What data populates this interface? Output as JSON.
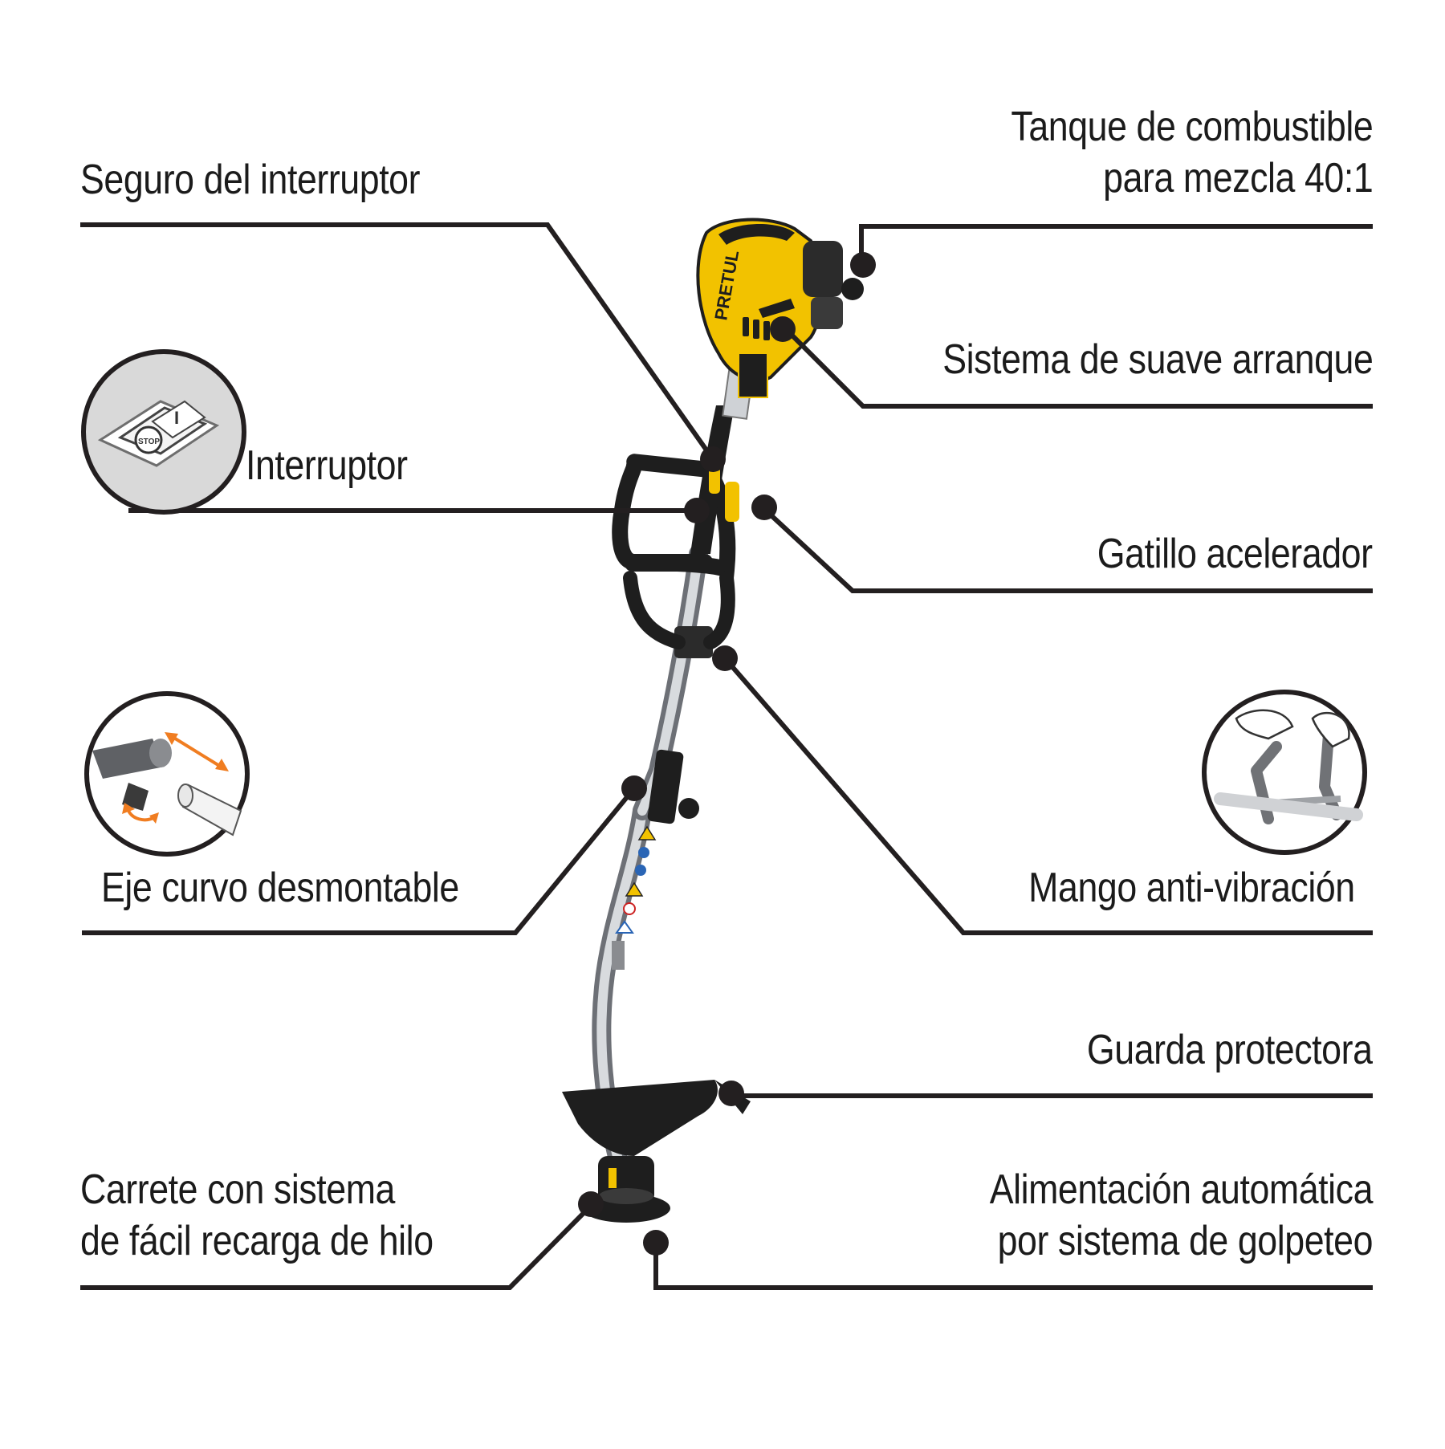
{
  "labels": {
    "tanque": [
      "Tanque de combustible",
      "para mezcla 40:1"
    ],
    "seguro": "Seguro del interruptor",
    "suave": "Sistema de suave arranque",
    "interruptor": "Interruptor",
    "gatillo": "Gatillo acelerador",
    "eje": "Eje curvo desmontable",
    "mango": "Mango anti-vibración",
    "guarda": "Guarda protectora",
    "carrete": [
      "Carrete con sistema",
      "de fácil recarga de hilo"
    ],
    "alimentacion": [
      "Alimentación automática",
      "por sistema de golpeteo"
    ]
  },
  "product": {
    "brand_text": "PRETUL",
    "switch_text": "STOP",
    "switch_mark": "I"
  },
  "colors": {
    "ink": "#1b1b1b",
    "line": "#231f20",
    "tool_yellow": "#f2c200",
    "tool_black": "#1e1e1e",
    "shaft_silver": "#c9ccd0",
    "circle_fill": "#d9d9d9",
    "arrow_orange": "#f07d21"
  },
  "icons": [
    "switch-icon",
    "detach-shaft-icon",
    "anti-vibration-handle-icon"
  ]
}
